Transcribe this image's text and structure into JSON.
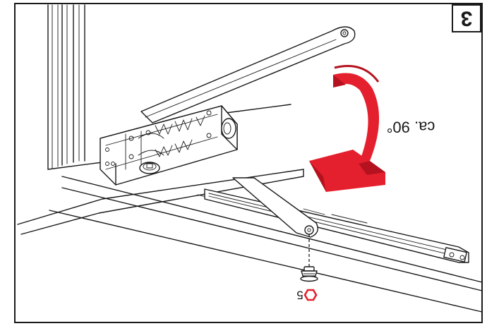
{
  "step_number": "3",
  "angle_label": "ca. 90°",
  "screw_size_label": "5",
  "colors": {
    "arrow_red": "#e5202e",
    "arrow_dark_red": "#b5121f",
    "socket_red": "#e5202e",
    "line": "#1a1a1a"
  },
  "icons": [
    "hex-socket-icon"
  ]
}
